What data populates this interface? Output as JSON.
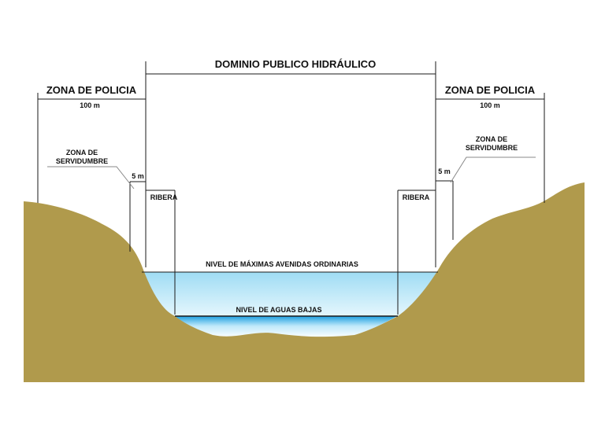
{
  "labels": {
    "dominio": "DOMINIO PUBLICO HIDRÁULICO",
    "zona_policia_left": "ZONA DE POLICIA",
    "zona_policia_right": "ZONA DE POLICIA",
    "dist_100_left": "100 m",
    "dist_100_right": "100 m",
    "servidumbre_left_1": "ZONA DE",
    "servidumbre_left_2": "SERVIDUMBRE",
    "servidumbre_right_1": "ZONA DE",
    "servidumbre_right_2": "SERVIDUMBRE",
    "dist_5_left": "5 m",
    "dist_5_right": "5 m",
    "ribera_left": "RIBERA",
    "ribera_right": "RIBERA",
    "nivel_maximas": "NIVEL DE MÁXIMAS AVENIDAS ORDINARIAS",
    "nivel_bajas": "NIVEL DE AGUAS BAJAS"
  },
  "colors": {
    "ground": "#b09a4c",
    "water_top": "#9fdcf4",
    "water_bottom": "#e6f7fd",
    "low_water_top": "#1e9fe0",
    "lines": "#1a1a1a"
  }
}
